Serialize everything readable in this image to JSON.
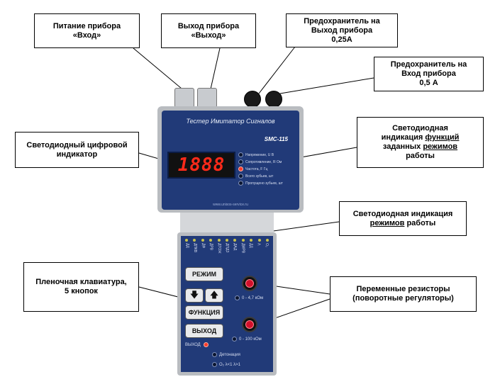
{
  "callouts": {
    "power_in": [
      "Питание прибора",
      "«Вход»"
    ],
    "output": [
      "Выход прибора",
      "«Выход»"
    ],
    "fuse_out": [
      "Предохранитель на",
      "Выход прибора",
      "0,25А"
    ],
    "fuse_in": [
      "Предохранитель на",
      "Вход прибора",
      "0,5 А"
    ],
    "digital_indicator": [
      "Светодиодный цифровой",
      "индикатор"
    ],
    "func_indication": {
      "line1": "Светодиодная",
      "line2_pre": "индикация ",
      "line2_u": "функций",
      "line3_pre": "заданных ",
      "line3_u": "режимов",
      "line4": "работы"
    },
    "mode_indication": {
      "line1": "Светодиодная индикация",
      "line2_u": "режимов",
      "line2_post": " работы"
    },
    "keyboard": [
      "Пленочная клавиатура,",
      "5 кнопок"
    ],
    "resistors": [
      "Переменные резисторы",
      "(поворотные регуляторы)"
    ]
  },
  "device": {
    "title": "Тестер Имитатор Сигналов",
    "model": "SMC-115",
    "display_value": "1888",
    "url": "www.unisos-service.ru",
    "functions": [
      {
        "label": "Напряжение, U В",
        "on": false
      },
      {
        "label": "Сопротивление, R Ом",
        "on": false
      },
      {
        "label": "Частота, F Гц",
        "on": true
      },
      {
        "label": "Всего зубьев, шт",
        "on": false
      },
      {
        "label": "Пропущено зубьев, шт",
        "on": false
      }
    ],
    "mode_labels": [
      "ДД",
      "ДПКВ",
      "ДФ",
      "ДРВ",
      "ДТОЖ",
      "ДПДЗ",
      "ДАД",
      "ДМРВ",
      "ДД",
      "Λ",
      "О₂"
    ],
    "buttons": {
      "mode": "РЕЖИМ",
      "function": "ФУНКЦИЯ",
      "output": "ВЫХОД"
    },
    "knob_labels": [
      "0 - 4,7 кОм",
      "0 - 100 кОм"
    ],
    "output_led_label": "ВЫХОД",
    "status_leds": [
      "Детонация",
      "O₂ λ<1   λ>1"
    ]
  }
}
